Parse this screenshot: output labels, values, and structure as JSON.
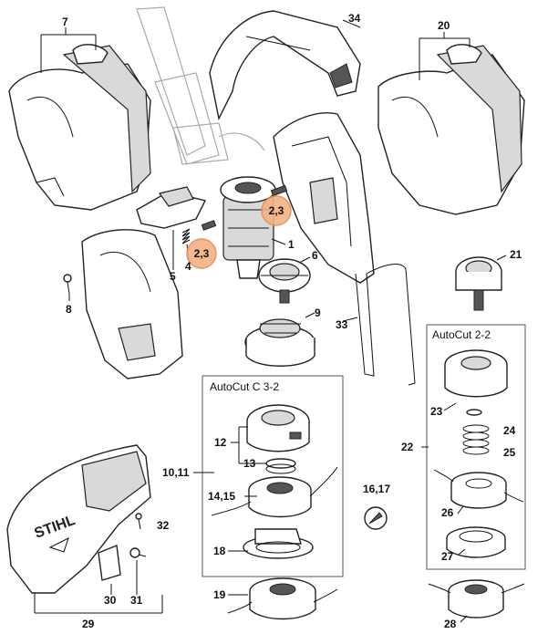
{
  "callouts": {
    "c7": "7",
    "c34": "34",
    "c20": "20",
    "c1": "1",
    "c6": "6",
    "c5": "5",
    "c4": "4",
    "c8": "8",
    "c9": "9",
    "c21": "21",
    "c33": "33",
    "c12": "12",
    "c13": "13",
    "c10_11": "10,11",
    "c14_15": "14,15",
    "c18": "18",
    "c19": "19",
    "c16_17": "16,17",
    "c22": "22",
    "c23": "23",
    "c24": "24",
    "c25": "25",
    "c26": "26",
    "c27": "27",
    "c28": "28",
    "c29": "29",
    "c30": "30",
    "c31": "31",
    "c32": "32"
  },
  "highlights": {
    "h1": "2,3",
    "h2": "2,3"
  },
  "boxes": {
    "autocut_c32": "AutoCut C 3-2",
    "autocut_22": "AutoCut 2-2"
  },
  "brand": {
    "guard_logo": "STIHL",
    "accent": "#f4b183"
  }
}
